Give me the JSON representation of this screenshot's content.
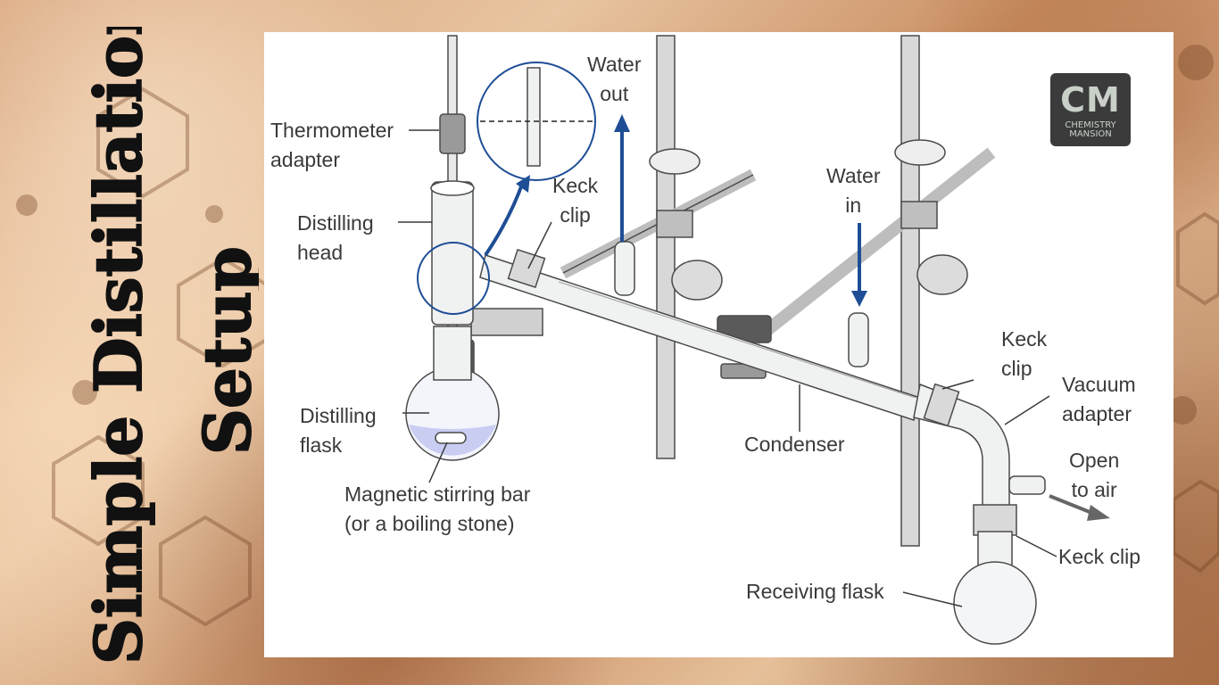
{
  "title": {
    "line1": "Simple Distillation",
    "line2": "Setup"
  },
  "logo": {
    "initials": "CM",
    "line1": "CHEMISTRY",
    "line2": "MANSION"
  },
  "labels": {
    "thermometer_adapter": [
      "Thermometer",
      "adapter"
    ],
    "distilling_head": [
      "Distilling",
      "head"
    ],
    "distilling_flask": [
      "Distilling",
      "flask"
    ],
    "stirring_bar": [
      "Magnetic stirring bar",
      "(or a boiling stone)"
    ],
    "water_out": [
      "Water",
      "out"
    ],
    "keck_clip_1": [
      "Keck",
      "clip"
    ],
    "water_in": [
      "Water",
      "in"
    ],
    "keck_clip_2": [
      "Keck",
      "clip"
    ],
    "vacuum_adapter": [
      "Vacuum",
      "adapter"
    ],
    "condenser": "Condenser",
    "open_to_air": [
      "Open",
      "to air"
    ],
    "keck_clip_3": "Keck clip",
    "receiving_flask": "Receiving flask"
  },
  "colors": {
    "arrow_blue": "#1f4e96",
    "flask_liquid": "#c9cdf2",
    "glass": "#f0f2f2",
    "outline": "#4a4a4a"
  }
}
